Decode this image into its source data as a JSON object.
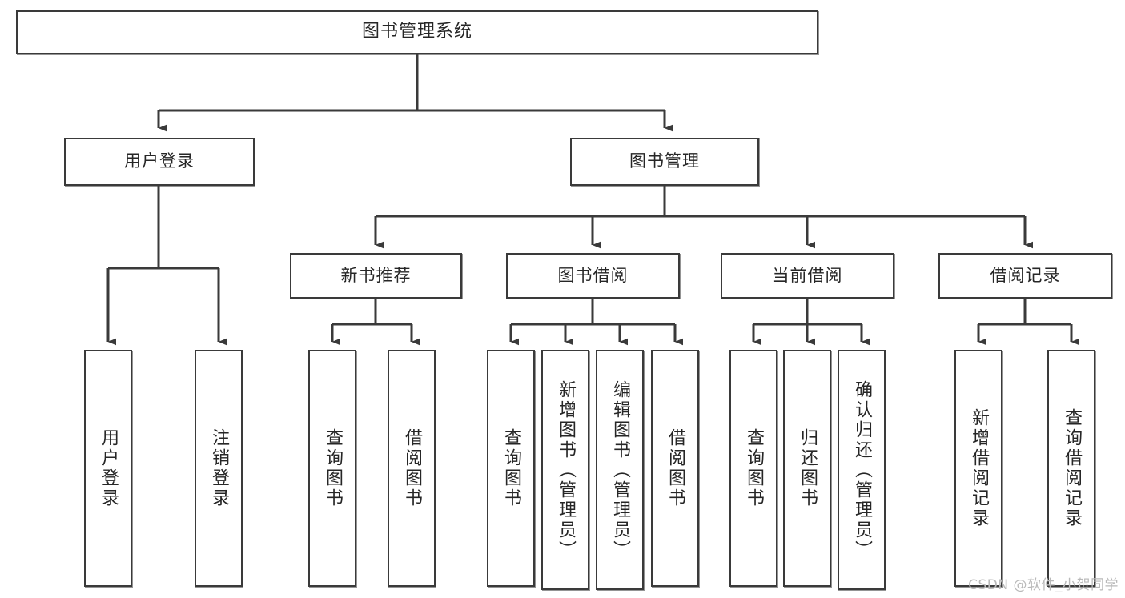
{
  "diagram": {
    "title": "图书管理系统",
    "watermark": "CSDN @软件_小贺同学",
    "colors": {
      "stroke": "#3a3a3a",
      "fill": "#ffffff",
      "text": "#262626",
      "watermark": "#b9b9b9"
    },
    "nodes": {
      "root": {
        "label": "图书管理系统"
      },
      "level1": [
        {
          "id": "user-login",
          "label": "用户登录"
        },
        {
          "id": "book-management",
          "label": "图书管理"
        }
      ],
      "level2": [
        {
          "id": "new-book-recommend",
          "label": "新书推荐"
        },
        {
          "id": "book-borrow",
          "label": "图书借阅"
        },
        {
          "id": "current-borrow",
          "label": "当前借阅"
        },
        {
          "id": "borrow-record",
          "label": "借阅记录"
        }
      ],
      "leaves": {
        "user-login": [
          {
            "id": "leaf-user-login",
            "label": "用户登录"
          },
          {
            "id": "leaf-logout-login",
            "label": "注销登录"
          }
        ],
        "new-book-recommend": [
          {
            "id": "leaf-query-book-1",
            "label": "查询图书"
          },
          {
            "id": "leaf-borrow-book-1",
            "label": "借阅图书"
          }
        ],
        "book-borrow": [
          {
            "id": "leaf-query-book-2",
            "label": "查询图书"
          },
          {
            "id": "leaf-add-book",
            "label": "新增图书（管理员）"
          },
          {
            "id": "leaf-edit-book",
            "label": "编辑图书（管理员）"
          },
          {
            "id": "leaf-borrow-book-2",
            "label": "借阅图书"
          }
        ],
        "current-borrow": [
          {
            "id": "leaf-query-book-3",
            "label": "查询图书"
          },
          {
            "id": "leaf-return-book",
            "label": "归还图书"
          },
          {
            "id": "leaf-confirm-return",
            "label": "确认归还（管理员）"
          }
        ],
        "borrow-record": [
          {
            "id": "leaf-add-record",
            "label": "新增借阅记录"
          },
          {
            "id": "leaf-query-record",
            "label": "查询借阅记录"
          }
        ]
      }
    }
  }
}
